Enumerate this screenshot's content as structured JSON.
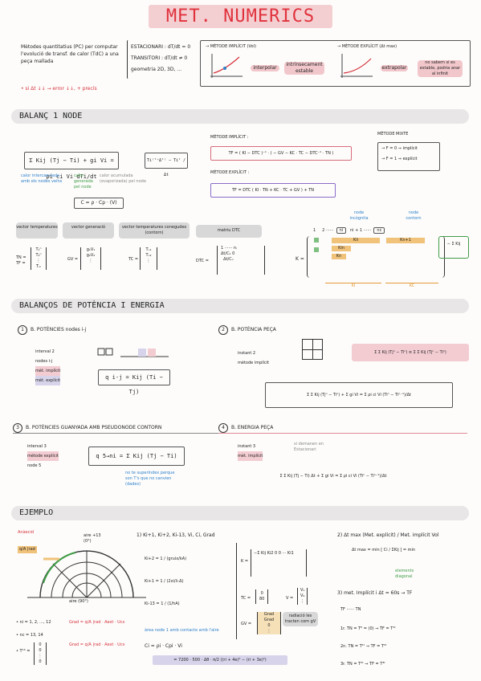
{
  "title": "MET. NUMERICS",
  "intro": {
    "text": "Mètodes quantitatius (PC) per computar l'evolució de transf. de calor (TdC) a una peça mallada",
    "note": "• si Δt ↓↓ → error ↓↓, + precís",
    "props": [
      "ESTACIONARI : dT/dt = 0",
      "TRANSITORI : dT/dt ≠ 0",
      "geometria 2D, 3D, ..."
    ]
  },
  "methods_box": {
    "implicit_label": "→ MÈTODE IMPLÍCIT (Vol)",
    "implicit_chip1": "interpolar",
    "implicit_chip2": "intrínsecament estable",
    "explicit_label": "→ MÈTODE EXPLÍCIT (Δt max)",
    "explicit_chip": "extrapolar",
    "explicit_note": "no sabem si es estable, podria anar al infinit"
  },
  "balanc_node": {
    "header": "BALANÇ 1 NODE",
    "eq_main": "Σ Kij (Tj − Ti) + gi Vi = ρi ci Vi dTi/dt",
    "eq_result": "Ti⁽ᵗ⁺Δᵗ⁾ − Tiᵗ / Δt",
    "note_blue": "calor intercanviada amb els nodes veïns",
    "note_green": "calor generada pel node",
    "note_grey": "calor acumulada (evaporizada) pel node",
    "c_formula": "C = ρ · Cp · (V)",
    "implicit_title": "MÈTODE IMPLÍCIT :",
    "implicit_eq": "TF = ( KI − DTC )⁻¹ · ( − GV − KC · TC − DTC⁻¹ · TN )",
    "explicit_title": "MÈTODE EXPLÍCIT :",
    "explicit_eq": "TF = DTC ( KI · TN + KC · TC + GV ) + TN",
    "mixte_title": "MÈTODE MIXTE",
    "mixte_f0": "→ F = 0 ⇒ implícit",
    "mixte_f1": "→ F = 1 ⇒ explícit",
    "chips": [
      "vector temperatures",
      "vector generació",
      "vector temperatures conegudes (contorn)",
      "matriu DTC"
    ],
    "tn_label": "TN = TF =",
    "gv_label": "GV =",
    "tc_label": "TC =",
    "dtc_label": "DTC =",
    "k_label": "K =",
    "node_incognita": "node incògnita",
    "node_contorn": "node contorn",
    "ki_label": "KI",
    "kc_label": "KC",
    "row_labels": [
      "1",
      "2",
      "ni",
      "ni + 1",
      "nc"
    ],
    "matrix_cells": [
      "Kii",
      "Kin",
      "Kn",
      "Kn+1"
    ],
    "sum_label": "− Σ Kij"
  },
  "balancos": {
    "header": "BALANÇOS DE POTÈNCIA I ENERGIA",
    "b1_title": "B. POTÈNCIES nodes i-j",
    "b1_items": [
      "interval 2",
      "nodes i-j",
      "mèt. implícit",
      "mèt. explícit"
    ],
    "b1_eq": "q i-j = Kij (Ti − Tj)",
    "b2_title": "B. POTÈNCIA PEÇA",
    "b2_items": [
      "instant 2",
      "mètode implícit"
    ],
    "b2_eq1": "Σ Σ Kij (Tjⁿ − Tiⁿ) ≡ Σ Σ Kij (Tjⁿ − Tiⁿ)",
    "b2_eq2": "Σ Σ Kij (Tjⁿ − Tiⁿ) + Σ gi Vi = Σ ρi ci Vi (Tiⁿ − Tiⁿ⁻¹)/Δt",
    "b3_title": "B. POTÈNCIES GUANYADA AMB PSEUDONODE CONTORN",
    "b3_items": [
      "interval 3",
      "mètode explícit",
      "node 5"
    ],
    "b3_eq": "q 5→ni = Σ Kij (Tj − Ti)",
    "b3_note": "no te superíndex perque son T's que no canvien (dades)",
    "b4_title": "B. ENERGIA PEÇA",
    "b4_items": [
      "instant 3",
      "mèt. implícit"
    ],
    "b4_note": "si demanen en Estacionari",
    "b4_eq": "Σ Σ Kij (Tj − Ti) Δt + Σ gi Vi = Σ ρi ci Vi (Tiⁿ − Tiⁿ⁻¹)/Δt"
  },
  "exemple": {
    "header": "EJEMPLO",
    "anaecid": "Anàecid",
    "q_label": "q/A |rad",
    "aire_top": "aire +13 (0°)",
    "aire_bot": "aire (90°)",
    "nodes_ni": "• ni = 1, 2, ..., 12",
    "nodes_nc": "• nc = 13, 14",
    "t13": "• T¹³ =",
    "grad_1": "Grad = q/A |rad · Aext · Ucs",
    "grad_2": "Grad = q/A |rad · Aext · Ucs",
    "k_title": "1) Ki+1, Ki+2, Ki-13, Vi, Ci, Grad",
    "k_rows": [
      "Ki+2 = 1 / (gruix/kA)",
      "Ki+1 = 1 / (2xi/λ·Δ)",
      "Ki-13 = 1 / (1/hA)"
    ],
    "area_note": "àrea node 1 amb contacte amb l'aire",
    "ci_formula": "Ci = ρi · Cpi · Vi",
    "ci_value": "= 7200 · 500 · Δθ · π/2 ((ri + 4e)² − (ri + 3e)²)",
    "k_matrix_label": "K =",
    "tc_vec_label": "TC =",
    "tc_vals": [
      "0",
      "80"
    ],
    "v_label": "V =",
    "gv_vec_label": "GV =",
    "gv_note": "radiació les tracten com gV",
    "dtmax_title": "2) Δt max (Met. explícit) / Met. implícit Vol",
    "dtmax_eq": "Δt max = min [ Ci / ΣKij ] = min",
    "dtmax_note": "elements diagonal",
    "imp_title": "3) met. Implícit i Δt = 60s → TF",
    "tf_tn": "TF ······ TN",
    "steps": [
      "1r. TN = T⁰ = (0) ⇒ TF = T¹ᵗ",
      "2n. TN = T¹ᵗ ⇒ TF = T²ᵗ",
      "3r. TN = T²ᵗ ⇒ TF = T³ᵗ"
    ]
  }
}
